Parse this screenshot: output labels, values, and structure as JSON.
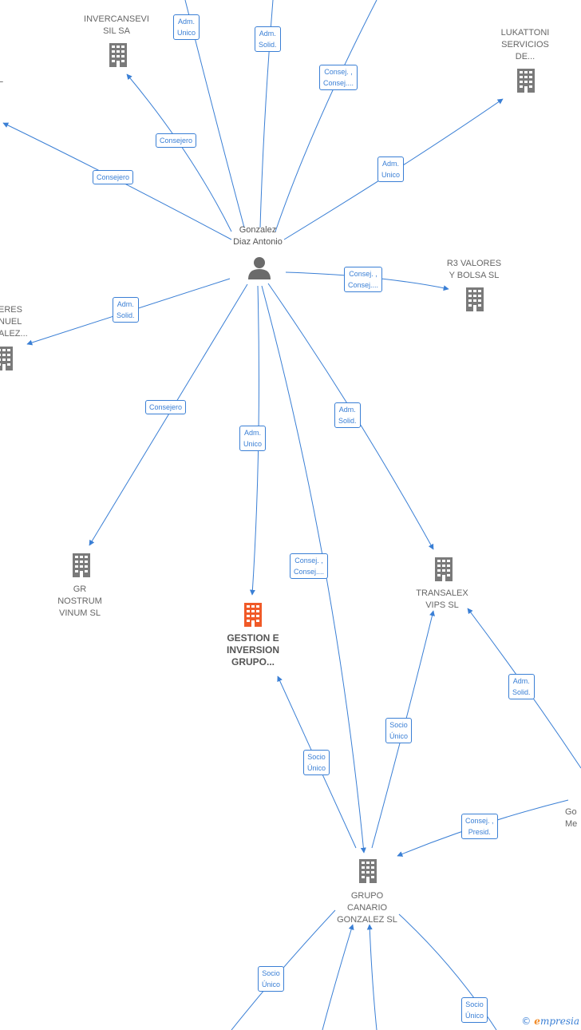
{
  "diagram": {
    "nodes": [
      {
        "id": "person",
        "type": "person",
        "label": "Gonzalez\nDiaz Antonio"
      },
      {
        "id": "invercansevi",
        "type": "company",
        "label": "INVERCANSEVI\nSIL SA"
      },
      {
        "id": "lukattoni",
        "type": "company",
        "label": "LUKATTONI\nSERVICIOS\nDE..."
      },
      {
        "id": "r3valores",
        "type": "company",
        "label": "R3 VALORES\nY BOLSA SL"
      },
      {
        "id": "left_top",
        "type": "company",
        "label": "L"
      },
      {
        "id": "left_mid",
        "type": "company",
        "label": "ERES\nNUEL\nALEZ..."
      },
      {
        "id": "grnostrum",
        "type": "company",
        "label": "GR\nNOSTRUM\nVINUM SL"
      },
      {
        "id": "gestion",
        "type": "company-focus",
        "label": "GESTION E\nINVERSION\nGRUPO..."
      },
      {
        "id": "transalex",
        "type": "company",
        "label": "TRANSALEX\nVIPS SL"
      },
      {
        "id": "grupocanario",
        "type": "company",
        "label": "GRUPO\nCANARIO\nGONZALEZ SL"
      },
      {
        "id": "right_person",
        "type": "person",
        "label": "Go\nMe"
      }
    ],
    "edge_labels": [
      {
        "id": "e1",
        "text": "Adm.\nUnico"
      },
      {
        "id": "e2",
        "text": "Adm.\nSolid."
      },
      {
        "id": "e3",
        "text": "Consej. ,\nConsej...."
      },
      {
        "id": "e4",
        "text": "Consejero"
      },
      {
        "id": "e5",
        "text": "Consejero"
      },
      {
        "id": "e6",
        "text": "Adm.\nUnico"
      },
      {
        "id": "e7",
        "text": "Consej. ,\nConsej...."
      },
      {
        "id": "e8",
        "text": "Adm.\nSolid."
      },
      {
        "id": "e9",
        "text": "Consejero"
      },
      {
        "id": "e10",
        "text": "Adm.\nUnico"
      },
      {
        "id": "e11",
        "text": "Adm.\nSolid."
      },
      {
        "id": "e12",
        "text": "Consej. ,\nConsej...."
      },
      {
        "id": "e13",
        "text": "Socio\nÚnico"
      },
      {
        "id": "e14",
        "text": "Socio\nÚnico"
      },
      {
        "id": "e15",
        "text": "Adm.\nSolid."
      },
      {
        "id": "e16",
        "text": "Consej. ,\nPresid."
      },
      {
        "id": "e17",
        "text": "Socio\nÚnico"
      },
      {
        "id": "e18",
        "text": "Socio\nÚnico"
      }
    ],
    "colors": {
      "edge": "#3a7fd5",
      "icon": "#7a7a7a",
      "focus": "#f05a28"
    }
  },
  "watermark": {
    "copyright": "©",
    "brand_initial": "e",
    "brand_rest": "mpresia"
  }
}
